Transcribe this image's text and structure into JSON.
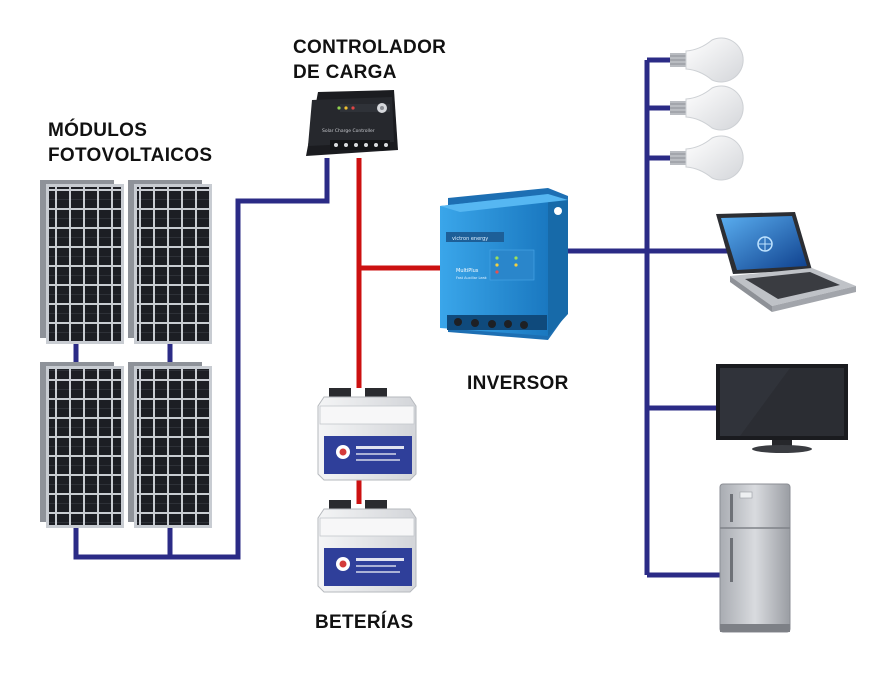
{
  "labels": {
    "modules_line1": "MÓDULOS",
    "modules_line2": "FOTOVOLTAICOS",
    "controller_line1": "CONTROLADOR",
    "controller_line2": "DE CARGA",
    "inverter": "INVERSOR",
    "batteries": "BETERÍAS"
  },
  "device_text": {
    "controller_caption": "Solar Charge Controller",
    "inverter_brand": "victron energy",
    "inverter_model": "MultiPlus",
    "inverter_subtitle": "Fast Auxiliar Leak"
  },
  "colors": {
    "dc_wire": "#cc1111",
    "ac_wire": "#2b2b86",
    "panel_frame": "#b9bcc2",
    "panel_cell": "#1b1d22",
    "inverter_body": "#2a93d8",
    "battery_body": "#e9eaec"
  },
  "icons": {
    "panel": "solar-panel-icon",
    "controller": "charge-controller-icon",
    "inverter": "inverter-icon",
    "battery": "battery-icon",
    "bulb": "light-bulb-icon",
    "laptop": "laptop-icon",
    "tv": "television-icon",
    "fridge": "refrigerator-icon"
  }
}
